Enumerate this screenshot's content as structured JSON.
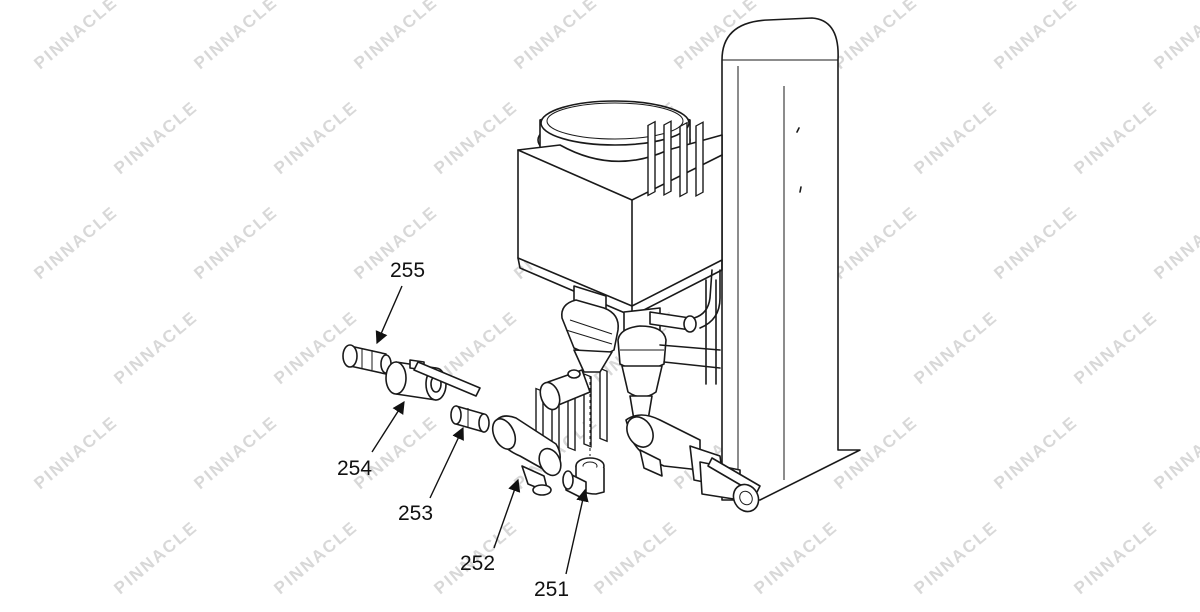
{
  "watermark": {
    "text": "PINNACLE"
  },
  "callouts": [
    {
      "id": "255",
      "label": "255"
    },
    {
      "id": "254",
      "label": "254"
    },
    {
      "id": "253",
      "label": "253"
    },
    {
      "id": "252",
      "label": "252"
    },
    {
      "id": "251",
      "label": "251"
    }
  ]
}
